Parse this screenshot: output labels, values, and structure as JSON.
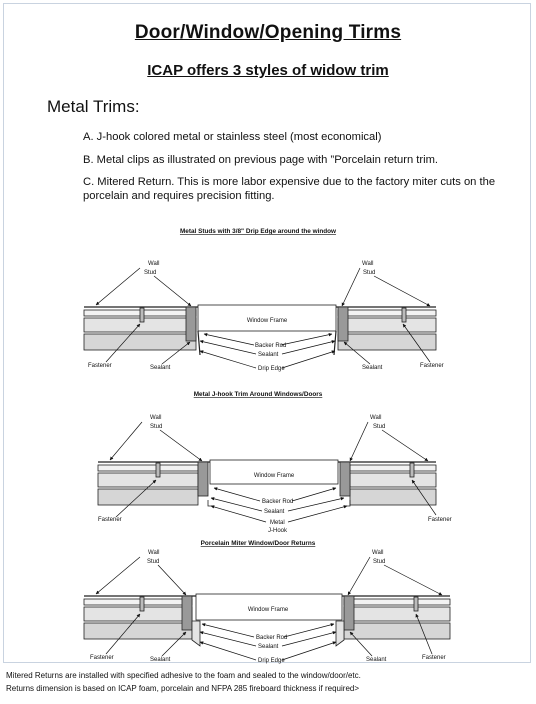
{
  "title": "Door/Window/Opening Tirms",
  "subtitle": "ICAP offers  3 styles of widow trim",
  "section_heading": "Metal Trims:",
  "items": [
    "A. J-hook colored metal or stainless steel (most economical)",
    "B. Metal clips as illustrated on previous page with ”Porcelain return trim.",
    "C. Mitered Return. This is more labor expensive due to the factory miter cuts on the porcelain and requires precision fitting."
  ],
  "diagrams": [
    {
      "title": "Metal Studs with 3/8\" Drip Edge around the window",
      "labels": {
        "wall_left": "Wall",
        "stud_left": "Stud",
        "wall_right": "Wall",
        "stud_right": "Stud",
        "window_frame": "Window Frame",
        "backer_rod": "Backer Rod",
        "sealant_center": "Sealant",
        "drip_edge": "Drip Edge",
        "fastener_left": "Fastener",
        "sealant_left": "Sealant",
        "sealant_right": "Sealant",
        "fastener_right": "Fastener"
      }
    },
    {
      "title": "Metal J-hook Trim Around Windows/Doors",
      "labels": {
        "wall_left": "Wall",
        "stud_left": "Stud",
        "wall_right": "Wall",
        "stud_right": "Stud",
        "window_frame": "Window Frame",
        "backer_rod": "Backer Rod",
        "sealant_center": "Sealant",
        "metal": "Metal",
        "jhook": "J-Hook",
        "fastener_left": "Fastener",
        "fastener_right": "Fastener"
      }
    },
    {
      "title": "Porcelain Miter Window/Door Returns",
      "labels": {
        "wall_left": "Wall",
        "stud_left": "Stud",
        "wall_right": "Wall",
        "stud_right": "Stud",
        "window_frame": "Window Frame",
        "backer_rod": "Backer Rod",
        "sealant_center": "Sealant",
        "drip_edge": "Drip Edge",
        "fastener_left": "Fastener",
        "sealant_left": "Sealant",
        "sealant_right": "Sealant",
        "fastener_right": "Fastener"
      }
    }
  ],
  "footnotes": [
    "Mitered Returns are installed with specified adhesive to the foam and sealed to the window/door/etc.",
    "Returns dimension is based on ICAP foam, porcelain and NFPA 285 fireboard thickness if required>"
  ]
}
